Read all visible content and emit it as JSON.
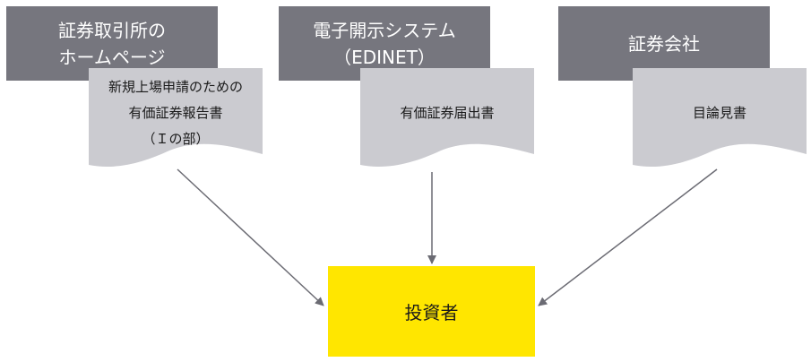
{
  "sources": [
    {
      "lines": [
        "証券取引所の",
        "ホームページ"
      ]
    },
    {
      "lines": [
        "電子開示システム",
        "（EDINET）"
      ]
    },
    {
      "lines": [
        "証券会社"
      ]
    }
  ],
  "documents": [
    {
      "lines": [
        "新規上場申請のための",
        "有価証券報告書",
        "（Ｉの部）"
      ]
    },
    {
      "lines": [
        "有価証券届出書"
      ]
    },
    {
      "lines": [
        "目論見書"
      ]
    }
  ],
  "target": {
    "label": "投資者"
  },
  "colors": {
    "source_fill": "#76767e",
    "document_fill": "#cbcbd0",
    "target_fill": "#ffe600",
    "arrow": "#6b6b73"
  }
}
